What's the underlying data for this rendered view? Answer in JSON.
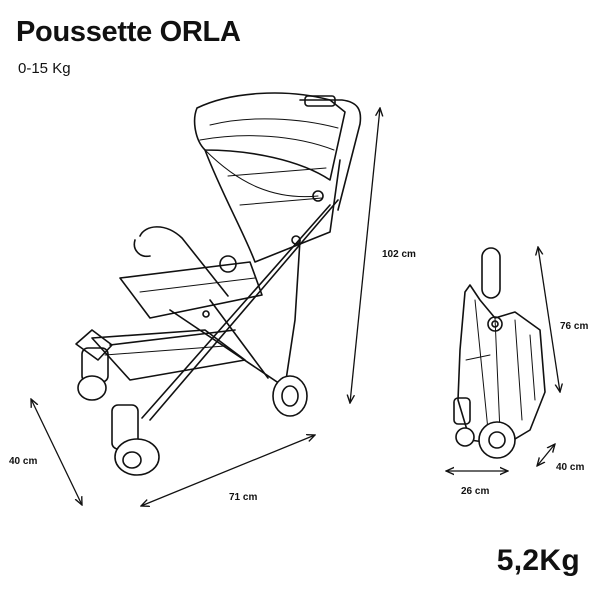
{
  "product": {
    "title": "Poussette ORLA",
    "age_range": "0-15 Kg",
    "weight": "5,2Kg"
  },
  "dimensions": {
    "open": {
      "height": "102 cm",
      "length": "71 cm",
      "depth": "40 cm"
    },
    "folded": {
      "height": "76 cm",
      "width": "26 cm",
      "depth": "40 cm"
    }
  }
}
